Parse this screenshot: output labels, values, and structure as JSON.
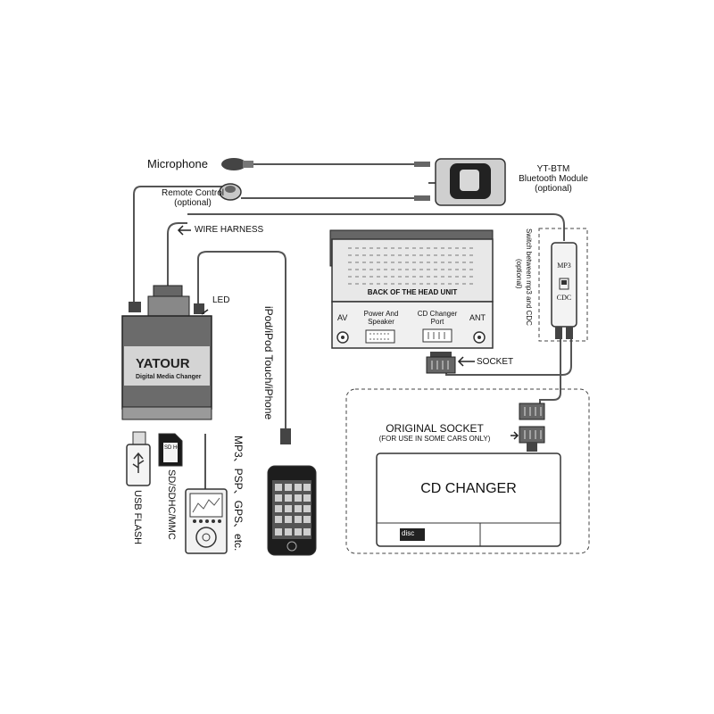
{
  "labels": {
    "microphone": "Microphone",
    "remote_control": "Remote Control",
    "remote_optional": "(optional)",
    "bt_title": "YT-BTM",
    "bt_line2": "Bluetooth Module",
    "bt_optional": "(optional)",
    "wire_harness": "WIRE HARNESS",
    "led": "LED",
    "brand": "YATOUR",
    "brand_sub": "Digital Media Changer",
    "ipod": "iPod/iPod Touch/iPhone",
    "back_head_unit": "BACK OF THE HEAD UNIT",
    "av": "AV",
    "power_speaker_1": "Power And",
    "power_speaker_2": "Speaker",
    "cd_port_1": "CD Changer",
    "cd_port_2": "Port",
    "ant": "ANT",
    "socket": "SOCKET",
    "switch_line1": "Switch between mp3 and CDC",
    "switch_line2": "(optional)",
    "mp3": "MP3",
    "cdc": "CDC",
    "original_socket": "ORIGINAL SOCKET",
    "original_socket_note": "(FOR USE IN SOME CARS ONLY)",
    "cd_changer": "CD CHANGER",
    "usb_flash": "USB FLASH",
    "sd_cards": "SD/SDHC/MMC",
    "mp3_devices": "MP3、PSP、GPS、etc.",
    "sd_card_text": "SD HC",
    "disc_logo": "disc"
  },
  "colors": {
    "line": "#555555",
    "device_dark": "#6e6e6e",
    "device_light": "#d6d6d6"
  }
}
